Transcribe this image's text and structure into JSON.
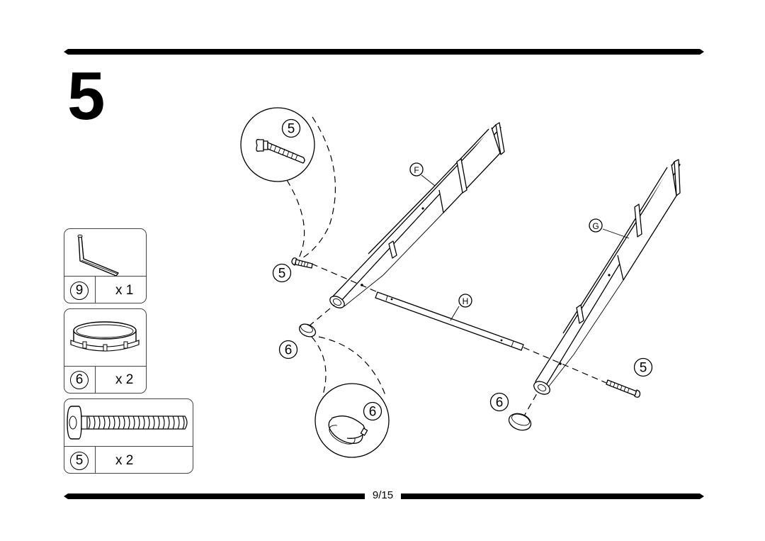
{
  "step": {
    "number": "5"
  },
  "page": {
    "indicator": "9/15"
  },
  "parts": [
    {
      "id": "9",
      "quantity": "x 1",
      "icon": "allen-key-icon"
    },
    {
      "id": "6",
      "quantity": "x 2",
      "icon": "leg-cap-icon"
    },
    {
      "id": "5",
      "quantity": "x 2",
      "icon": "bolt-icon"
    }
  ],
  "diagram": {
    "part_labels": {
      "F": "F",
      "G": "G",
      "H": "H"
    },
    "callouts": {
      "bolt_left": "5",
      "bolt_right": "5",
      "cap_left": "6",
      "cap_right": "6",
      "zoom_bolt": "5",
      "zoom_cap": "6"
    }
  }
}
